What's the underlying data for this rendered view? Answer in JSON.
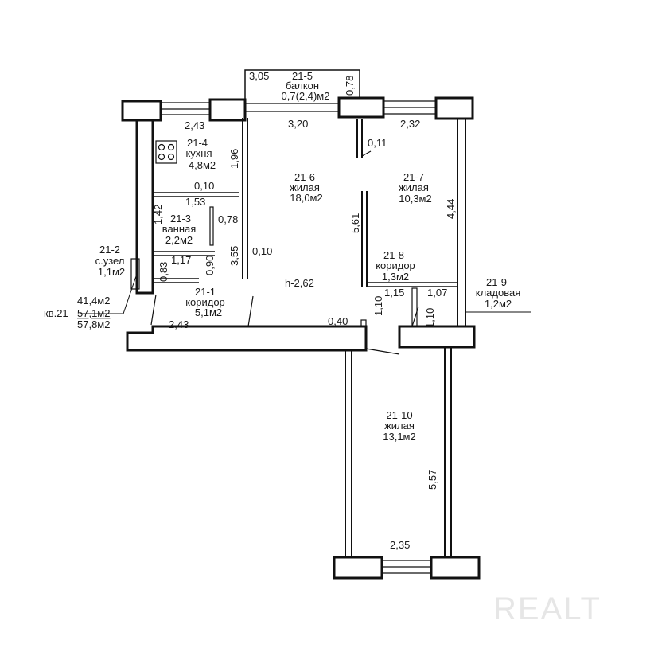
{
  "watermark": "REALT",
  "apartment": {
    "label": "кв.21",
    "living_area": "41,4м2",
    "total_area": "57,1м2",
    "total_with_balcony": "57,8м2",
    "ceiling_height": "h-2,62"
  },
  "rooms": {
    "r1": {
      "id": "21-1",
      "name": "коридор",
      "area": "5,1м2"
    },
    "r2": {
      "id": "21-2",
      "name": "с.узел",
      "area": "1,1м2"
    },
    "r3": {
      "id": "21-3",
      "name": "ванная",
      "area": "2,2м2"
    },
    "r4": {
      "id": "21-4",
      "name": "кухня",
      "area": "4,8м2"
    },
    "r5": {
      "id": "21-5",
      "name": "балкон",
      "area": "0,7(2,4)м2"
    },
    "r6": {
      "id": "21-6",
      "name": "жилая",
      "area": "18,0м2"
    },
    "r7": {
      "id": "21-7",
      "name": "жилая",
      "area": "10,3м2"
    },
    "r8": {
      "id": "21-8",
      "name": "коридор",
      "area": "1,3м2"
    },
    "r9": {
      "id": "21-9",
      "name": "кладовая",
      "area": "1,2м2"
    },
    "r10": {
      "id": "21-10",
      "name": "жилая",
      "area": "13,1м2"
    }
  },
  "dims": {
    "d305": "3,05",
    "d078": "0,78",
    "d243a": "2,43",
    "d320": "3,20",
    "d232": "2,32",
    "d196": "1,96",
    "d011": "0,11",
    "d010a": "0,10",
    "d153": "1,53",
    "d142": "1,42",
    "d078b": "0,78",
    "d561": "5,61",
    "d444": "4,44",
    "d355": "3,55",
    "d010b": "0,10",
    "d117": "1,17",
    "d083": "0,83",
    "d090": "0,90",
    "d115": "1,15",
    "d107": "1,07",
    "d110a": "1,10",
    "d110b": "1,10",
    "d243b": "2,43",
    "d040": "0,40",
    "d557": "5,57",
    "d235": "2,35"
  }
}
